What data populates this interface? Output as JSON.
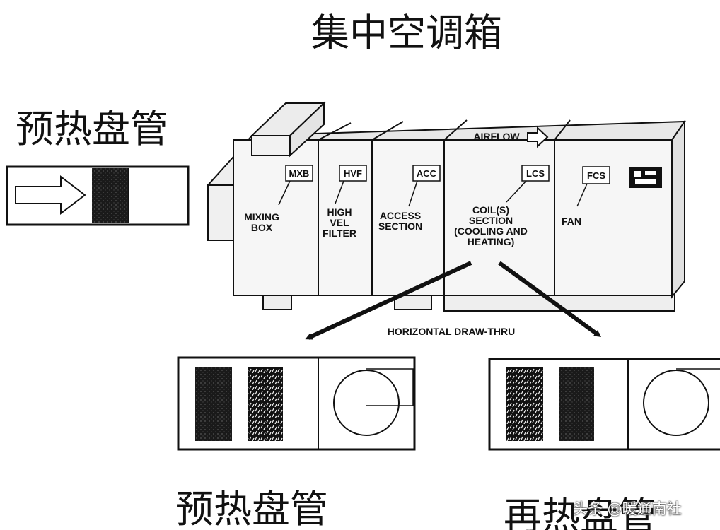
{
  "title": "集中空调箱",
  "labels": {
    "preheat_left": "预热盘管",
    "preheat_bottom": "预热盘管",
    "reheat_bottom": "再热盘管"
  },
  "airflow": "AIRFLOW",
  "orientation_label": "HORIZONTAL DRAW-THRU",
  "sections": [
    {
      "code": "MXB",
      "lines": [
        "MIXING",
        "BOX"
      ]
    },
    {
      "code": "HVF",
      "lines": [
        "HIGH",
        "VEL",
        "FILTER"
      ]
    },
    {
      "code": "ACC",
      "lines": [
        "ACCESS",
        "SECTION"
      ]
    },
    {
      "code": "LCS",
      "lines": [
        "COIL(S)",
        "SECTION",
        "(COOLING AND",
        "HEATING)"
      ]
    },
    {
      "code": "FCS",
      "lines": [
        "FAN"
      ]
    }
  ],
  "watermark": "头条 @暖通南社"
}
